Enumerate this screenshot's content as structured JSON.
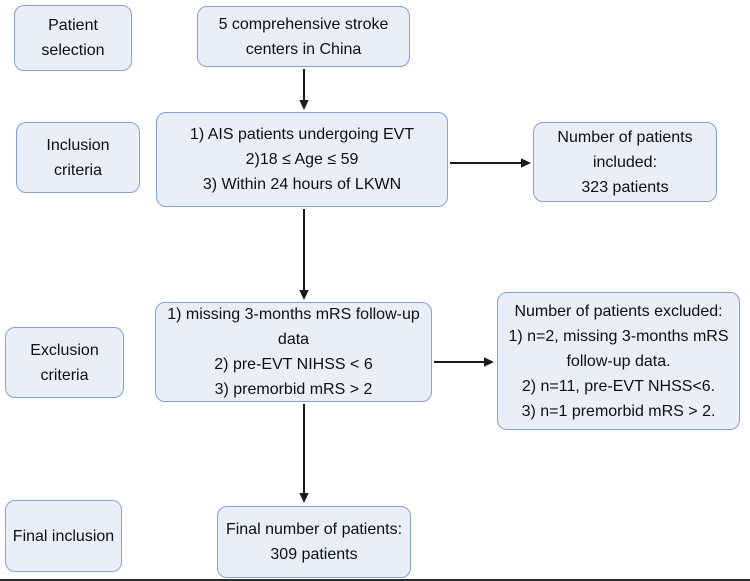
{
  "colors": {
    "page_bg": "#ffffff",
    "box_fill": "#e9eef9",
    "box_border": "#86a0d8",
    "text": "#0f0f0f",
    "arrow": "#1a1a1a",
    "bottom_rule": "#2b2b2b"
  },
  "row_labels": {
    "patient_selection": "Patient selection",
    "inclusion_criteria": "Inclusion criteria",
    "exclusion_criteria": "Exclusion criteria",
    "final_inclusion": "Final inclusion"
  },
  "nodes": {
    "source": {
      "lines": [
        "5 comprehensive stroke",
        "centers in China"
      ]
    },
    "inclusion": {
      "lines": [
        "1) AIS patients undergoing EVT",
        "2)18 ≤ Age ≤ 59",
        "3) Within 24 hours of LKWN"
      ]
    },
    "included": {
      "lines": [
        "Number of patients",
        "included:",
        "323 patients"
      ]
    },
    "exclusion": {
      "lines": [
        "1) missing 3-months mRS follow-up",
        "data",
        "2) pre-EVT NIHSS < 6",
        "3) premorbid mRS > 2"
      ]
    },
    "excluded": {
      "lines": [
        "Number of patients excluded:",
        "1) n=2, missing 3-months mRS",
        "follow-up data.",
        "2) n=11, pre-EVT NHSS<6.",
        "3) n=1 premorbid mRS > 2."
      ]
    },
    "final": {
      "lines": [
        "Final number of patients:",
        "309 patients"
      ]
    }
  }
}
